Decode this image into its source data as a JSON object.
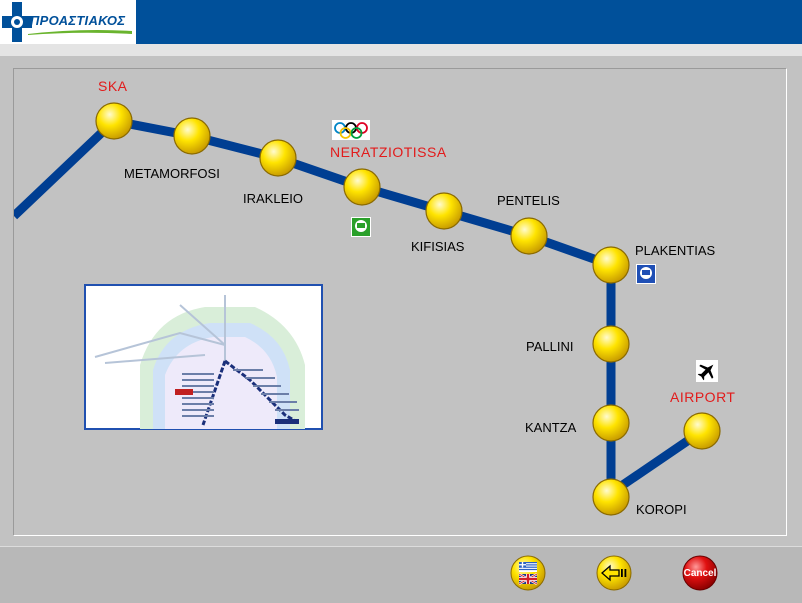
{
  "header": {
    "logo_text": "ΠΡΟΑΣΤΙΑΚΟΣ"
  },
  "map": {
    "hubs": {
      "ska": "SKA",
      "neratziotissa": "NERATZIOTISSA",
      "airport": "AIRPORT"
    },
    "stations": {
      "metamorfosi": "METAMORFOSI",
      "irakleio": "IRAKLEIO",
      "kifisias": "KIFISIAS",
      "pentelis": "PENTELIS",
      "plakentias": "PLAKENTIAS",
      "pallini": "PALLINI",
      "kantza": "KANTZA",
      "koropi": "KOROPI"
    }
  },
  "footer": {
    "cancel_label": "Cancel"
  },
  "colors": {
    "line": "#003e92",
    "station": "#ffe000",
    "hub_text": "#e21b1b",
    "header": "#00509a"
  }
}
